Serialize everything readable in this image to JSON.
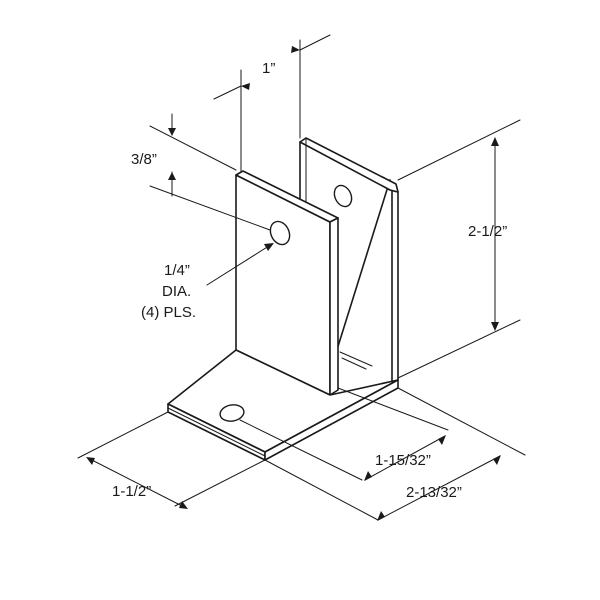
{
  "dimensions": {
    "flange_spacing": "1”",
    "hole_offset": "3/8”",
    "height": "2-1/2”",
    "base_depth": "1-1/2”",
    "leg_length_inner": "1-15/32”",
    "leg_length_outer": "2-13/32”"
  },
  "hole_note": {
    "line1": "1/4”",
    "line2": "DIA.",
    "line3": "(4) PLS."
  }
}
